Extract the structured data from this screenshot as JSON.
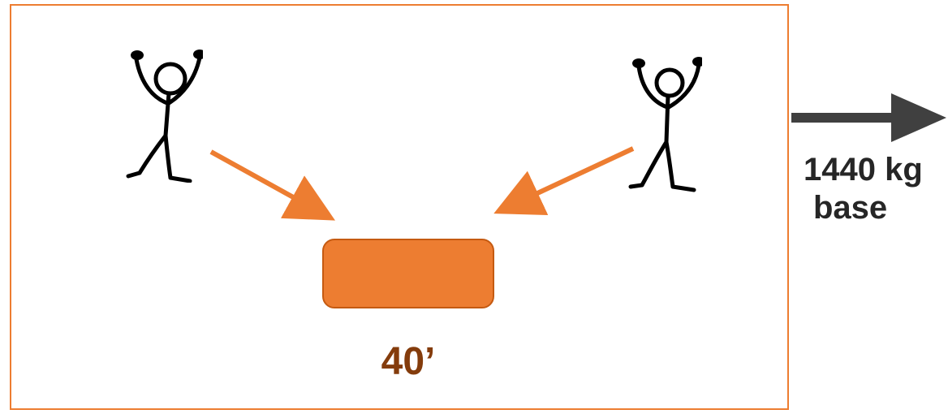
{
  "box": {
    "label": "40’"
  },
  "force": {
    "value_label": "1440 kg",
    "caption": "base"
  },
  "colors": {
    "frame_border": "#ED7D31",
    "box_fill": "#ED7D31",
    "box_border": "#C55A11",
    "push_arrow": "#ED7D31",
    "label_brown": "#843C0C",
    "force_arrow": "#404040",
    "text_dark": "#262626"
  },
  "icons": {
    "left_figure": "stick-figure-icon",
    "right_figure": "stick-figure-icon"
  }
}
